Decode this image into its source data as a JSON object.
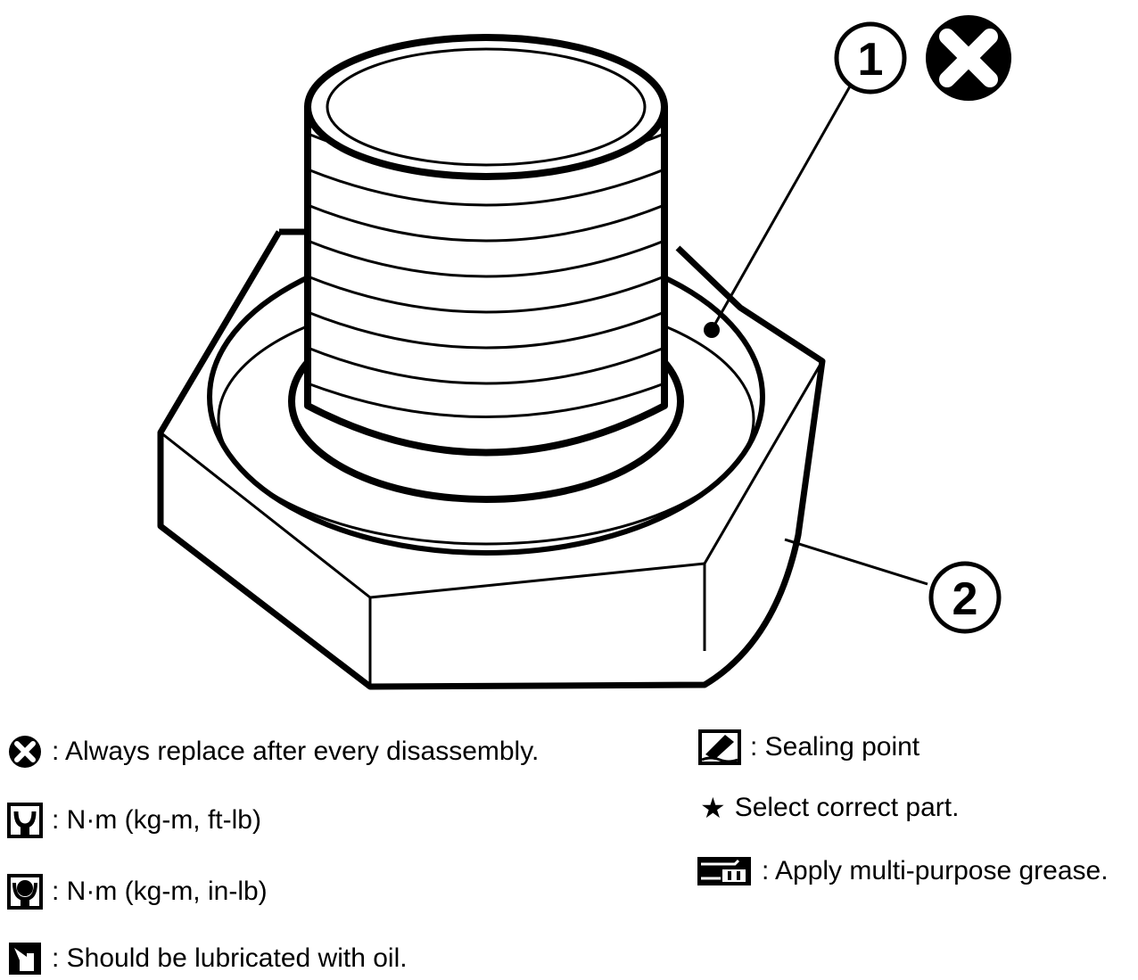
{
  "callouts": [
    {
      "number": "1",
      "part": "drain-plug-washer",
      "symbol": "replace-icon"
    },
    {
      "number": "2",
      "part": "drain-plug"
    }
  ],
  "legend": {
    "replace": {
      "icon": "circled-x-icon",
      "text": ": Always replace after every disassembly."
    },
    "torque_ftlb": {
      "icon": "torque-wrench-icon",
      "text": ": N·m (kg-m, ft-lb)"
    },
    "torque_inlb": {
      "icon": "torque-wrench-filled-icon",
      "text": ": N·m (kg-m, in-lb)"
    },
    "oil": {
      "icon": "oil-can-icon",
      "text": ": Should be lubricated with oil."
    },
    "sealing": {
      "icon": "sealant-tube-icon",
      "text": ": Sealing point"
    },
    "select": {
      "icon": "star-icon",
      "symbol": "★",
      "text": "Select correct part."
    },
    "grease": {
      "icon": "grease-gun-icon",
      "text": ": Apply multi-purpose grease."
    }
  },
  "colors": {
    "ink": "#000000",
    "paper": "#ffffff"
  }
}
